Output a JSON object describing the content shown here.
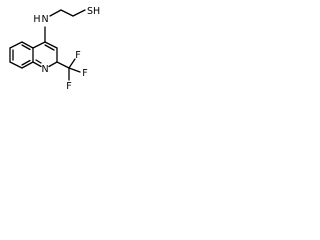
{
  "molecule": {
    "atom_labels": {
      "amine_n": "N",
      "amine_h": "H",
      "thiol": "SH",
      "ring_n": "N",
      "fluorine_top": "F",
      "fluorine_right": "F",
      "fluorine_bottom": "F"
    }
  },
  "colors": {
    "bond": "#000000",
    "label": "#000000",
    "background": "#ffffff"
  }
}
